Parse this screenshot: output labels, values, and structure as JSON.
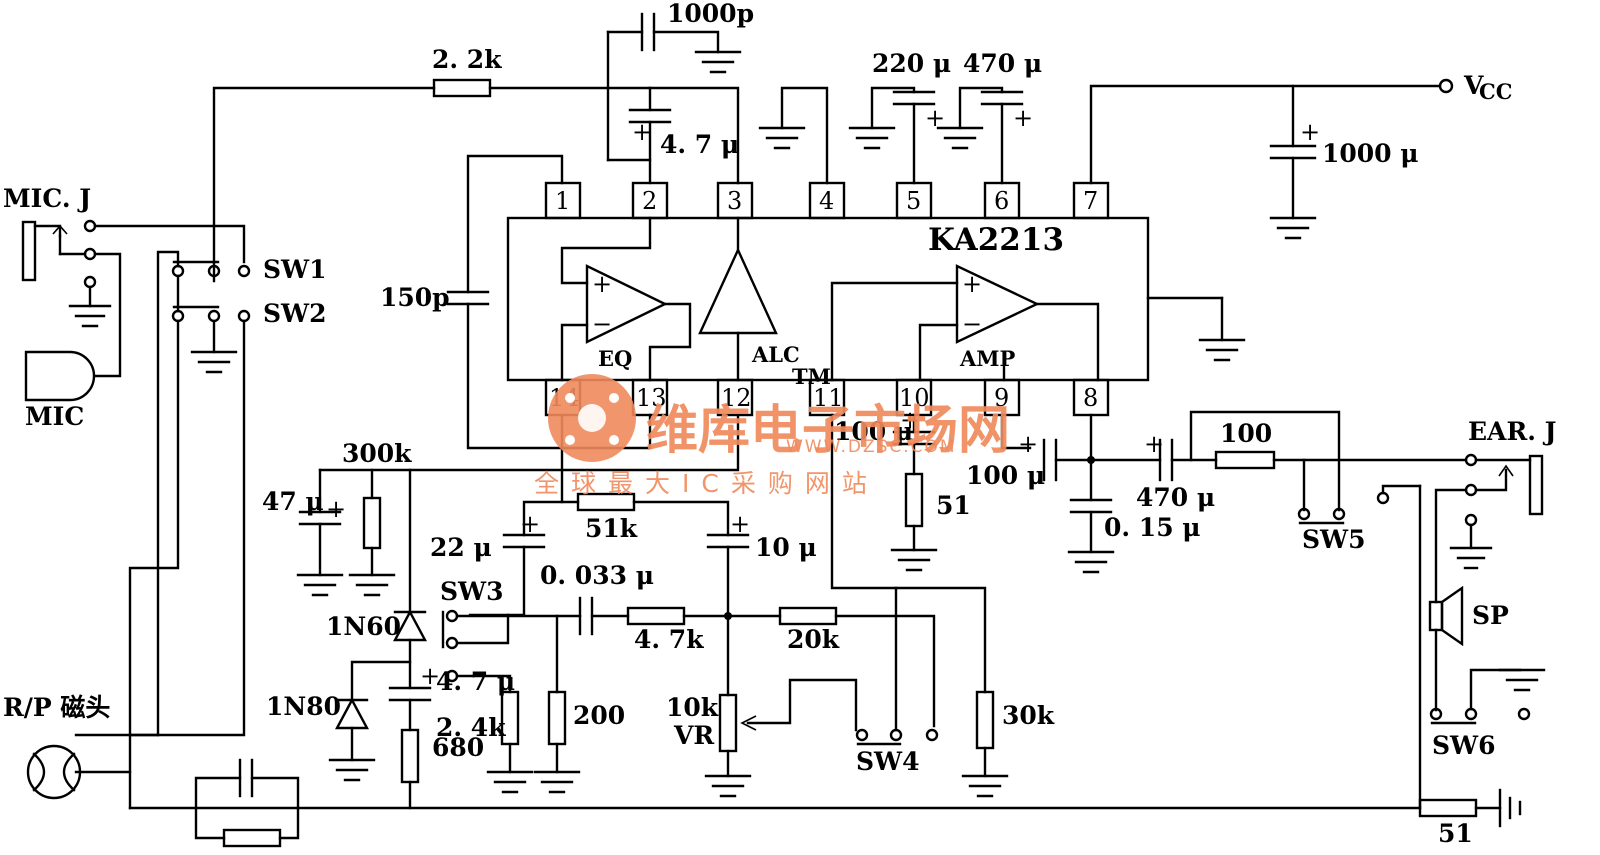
{
  "ic": {
    "name": "KA2213",
    "pins": [
      "1",
      "2",
      "3",
      "4",
      "5",
      "6",
      "7",
      "8",
      "9",
      "10",
      "11",
      "12",
      "13",
      "14"
    ],
    "blocks": {
      "eq": "EQ",
      "alc": "ALC",
      "amp": "AMP"
    }
  },
  "supply": {
    "vcc": "V",
    "vcc_sub": "CC"
  },
  "components": {
    "c_1000p": "1000p",
    "r_2_2k": "2. 2k",
    "c_4_7u_top": "4. 7 μ",
    "c_220u": "220 μ",
    "c_470u_top": "470 μ",
    "c_1000u": "1000 μ",
    "c_150p": "150p",
    "r_300k": "300k",
    "c_47u": "47 μ",
    "r_51k": "51k",
    "c_22u": "22 μ",
    "c_10u": "10 μ",
    "c_100u_a": "100 μ",
    "c_100u_b": "100 μ",
    "r_51_mid": "51",
    "c_470u_out": "470 μ",
    "c_0_15u": "0. 15 μ",
    "r_100": "100",
    "c_0_033u": "0. 033 μ",
    "r_4_7k": "4. 7k",
    "r_20k": "20k",
    "d_1n60": "1N60",
    "d_1n80": "1N80",
    "c_4_7u_low": "4. 7 μ",
    "r_2_4k": "2. 4k",
    "r_200": "200",
    "r_680": "680",
    "vr_10k": "10k",
    "vr_label": "VR",
    "r_30k": "30k",
    "r_51_bottom": "51"
  },
  "switches": {
    "sw1": "SW1",
    "sw2": "SW2",
    "sw3": "SW3",
    "sw4": "SW4",
    "sw5": "SW5",
    "sw6": "SW6"
  },
  "connectors": {
    "mic_jack": "MIC. J",
    "mic": "MIC",
    "ear_jack": "EAR. J",
    "speaker": "SP",
    "head": "R/P 磁头",
    "plus": "+",
    "minus": "−",
    "tm": "TM"
  },
  "watermark": {
    "brand": "维库电子市场网",
    "url": "WWW.DZSC.COM",
    "slogan": "全球最大IC采购网站"
  }
}
